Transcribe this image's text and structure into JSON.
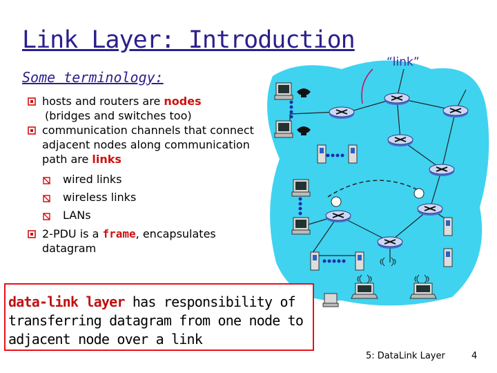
{
  "slide": {
    "title": "Link Layer: Introduction",
    "subtitle": "Some terminology:",
    "link_label": "“link”",
    "footer": "5: DataLink Layer",
    "page_number": "4"
  },
  "bullets": {
    "b1_text_before": "hosts and routers are ",
    "b1_highlight": "nodes",
    "b1_text_after": "(bridges and switches too)",
    "b2_text_before": "communication channels that connect adjacent nodes along communication path are ",
    "b2_highlight": "links",
    "sub_items": [
      "wired links",
      "wireless links",
      "LANs"
    ],
    "b3_text_before": "2-PDU is a ",
    "b3_highlight": "frame",
    "b3_text_after": ", encapsulates datagram"
  },
  "callout": {
    "highlight": "data-link layer",
    "text": " has responsibility of transferring datagram from one node to adjacent node over a link"
  },
  "colors": {
    "title": "#2a1f8c",
    "highlight": "#d01010",
    "callout_border": "#e8101a",
    "network_bg": "#3fd3f0"
  }
}
